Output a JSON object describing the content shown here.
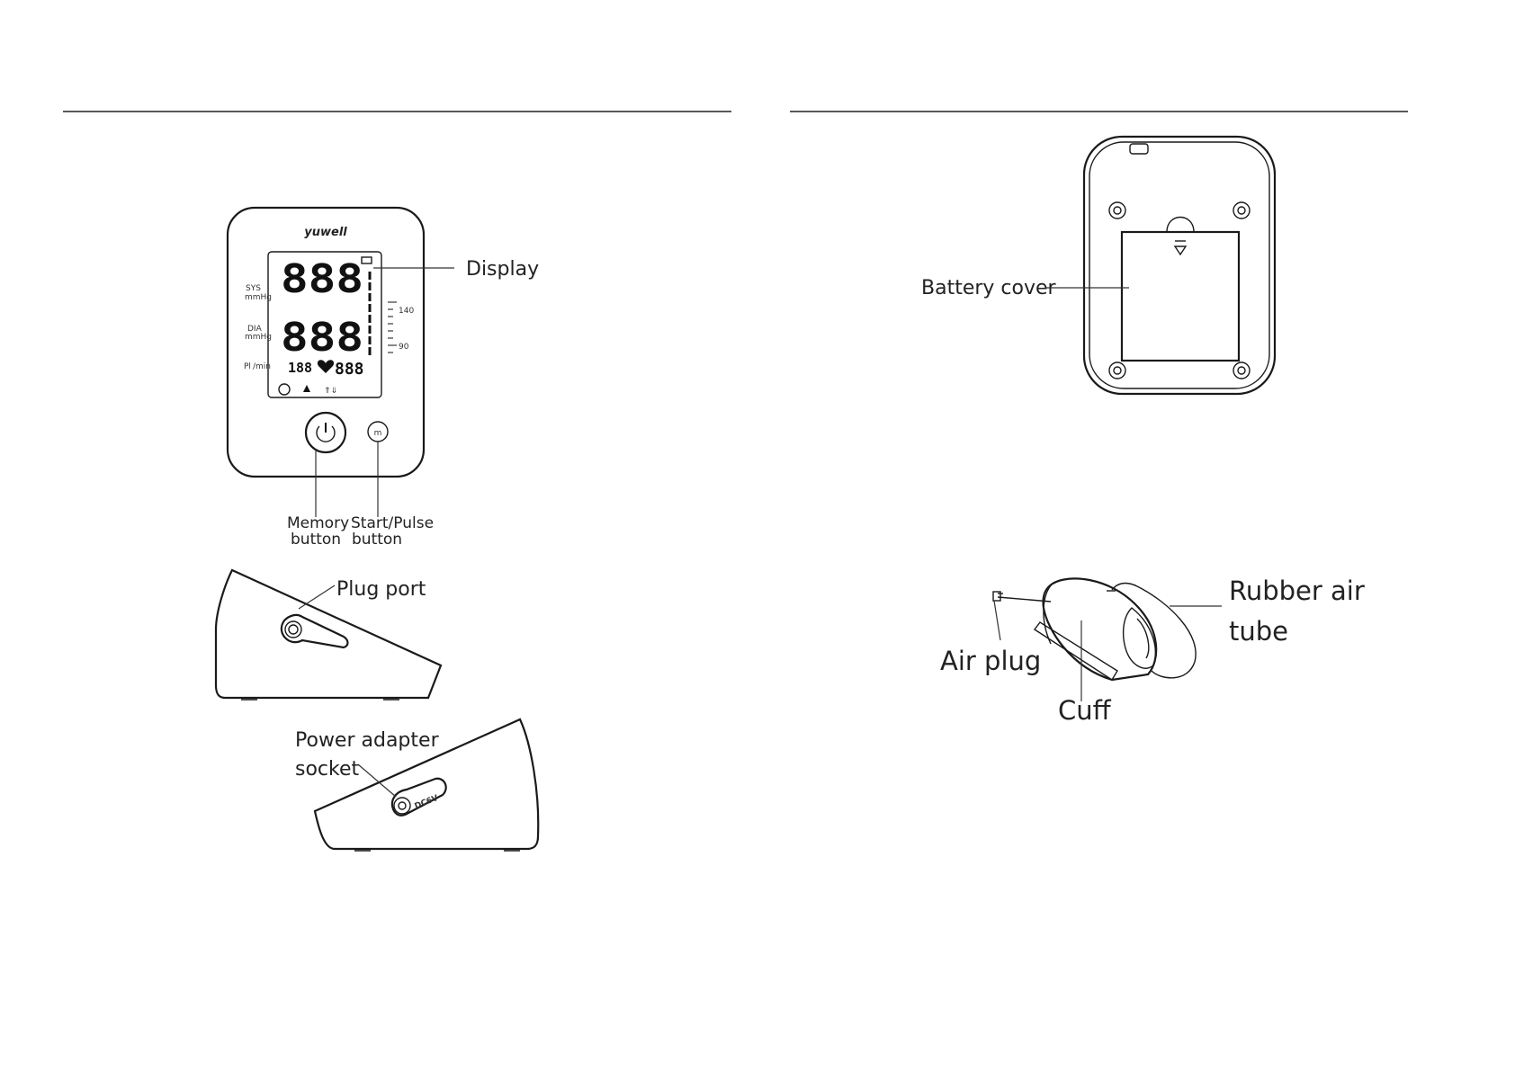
{
  "front_view": {
    "brand": "yuwell",
    "lcd": {
      "sys_value": "888",
      "dia_value": "888",
      "pulse_value": "888",
      "memory_value": "188",
      "sys_label": "SYS",
      "sys_unit": "mmHg",
      "dia_label": "DIA",
      "dia_unit": "mmHg",
      "pulse_label": "Pl",
      "pulse_unit": "/min",
      "scale_high": "140",
      "scale_low": "90"
    },
    "labels": {
      "display": "Display",
      "memory_button_line1": "Memory",
      "memory_button_line2": "button",
      "start_button_line1": "Start/Pulse",
      "start_button_line2": "button",
      "memory_key_glyph": "m"
    }
  },
  "side_views": {
    "plug_port": "Plug port",
    "power_adapter_line1": "Power adapter",
    "power_adapter_line2": "socket",
    "dc_label": "DC6V"
  },
  "back_view": {
    "battery_cover": "Battery cover"
  },
  "cuff_view": {
    "air_plug": "Air plug",
    "cuff": "Cuff",
    "rubber_tube_line1": "Rubber air",
    "rubber_tube_line2": "tube"
  }
}
